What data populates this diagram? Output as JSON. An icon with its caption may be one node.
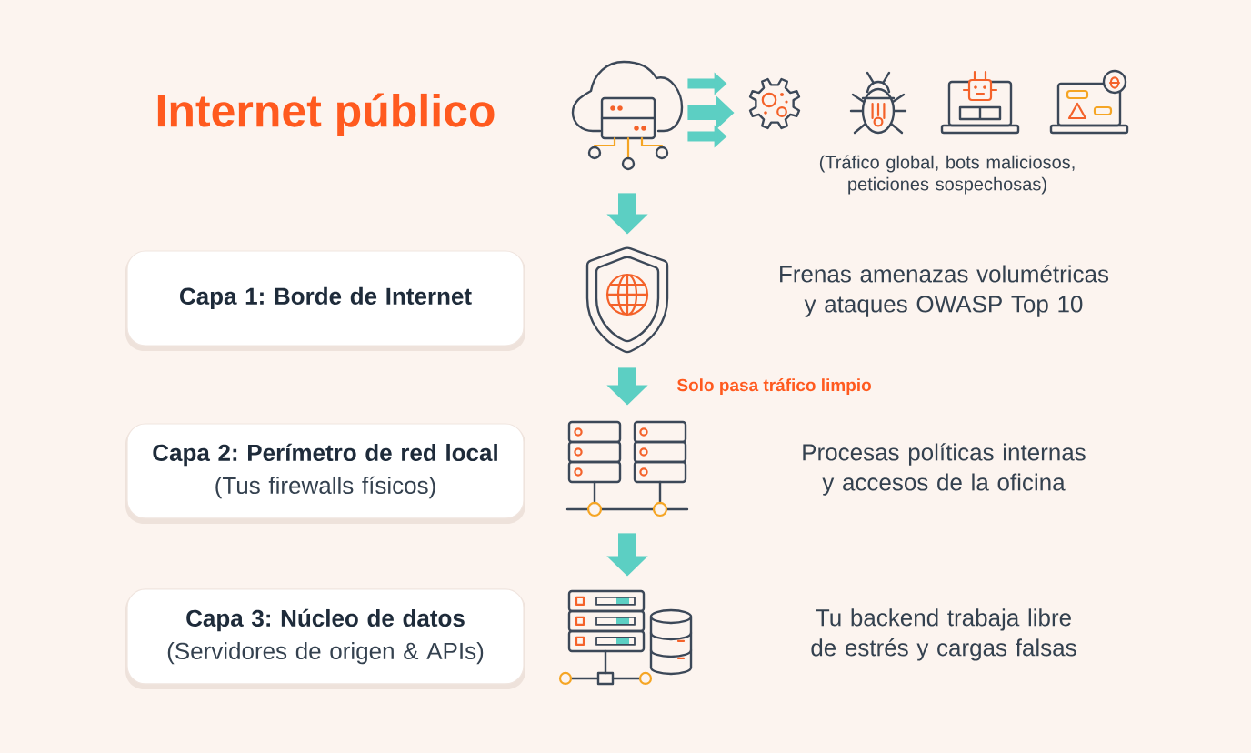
{
  "diagram": {
    "nodes": [
      {
        "text": [],
        "shape": "picture"
      },
      {
        "text": [],
        "shape": "picture"
      },
      {
        "text": [],
        "shape": "picture"
      },
      {
        "text": [],
        "shape": "picture"
      },
      {
        "text": [],
        "shape": "picture"
      },
      {
        "text": [
          "Capa 1: Borde de Internet"
        ]
      },
      {
        "text": [],
        "shape": "picture"
      },
      {
        "text": [
          "Capa 2: Perímetro de red local",
          "(Tus firewalls físicos)"
        ]
      },
      {
        "text": [],
        "shape": "picture"
      },
      {
        "text": [
          "Capa 3: Núcleo de datos",
          "(Servidores de origen & APIs)"
        ]
      },
      {
        "text": [],
        "shape": "picture"
      }
    ],
    "edges": [
      {
        "from": 0,
        "to": 1,
        "arrow": "to"
      },
      {
        "from": 0,
        "to": 1,
        "arrow": "to"
      },
      {
        "from": 0,
        "to": 1,
        "arrow": "to"
      },
      {
        "from": 0,
        "to": 6,
        "arrow": "to"
      },
      {
        "from": 6,
        "to": 8,
        "arrow": "to",
        "label": "Solo pasa tráfico limpio"
      },
      {
        "from": 8,
        "to": 10,
        "arrow": "to"
      }
    ],
    "labels": [
      "Internet público",
      "(Tráfico global, bots maliciosos, peticiones sospechosas)",
      "Frenas amenazas volumétricas y ataques OWASP Top 10",
      "Procesas políticas internas y accesos de la oficina",
      "Tu backend trabaja libre de estrés y cargas falsas"
    ]
  }
}
